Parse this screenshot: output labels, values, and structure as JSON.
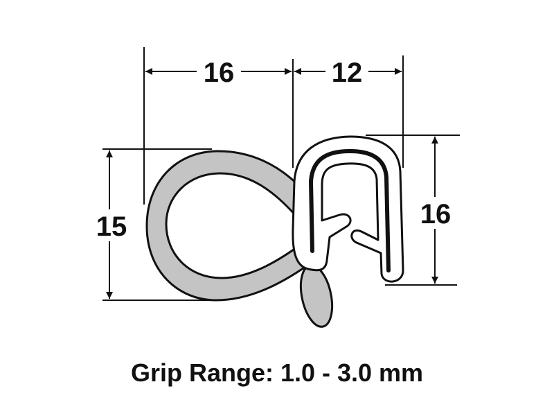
{
  "dimensions": {
    "top_left_width": "16",
    "top_right_width": "12",
    "left_height": "15",
    "right_height": "16"
  },
  "caption": "Grip Range: 1.0 - 3.0 mm",
  "colors": {
    "bulb_fill": "#c4c4c4",
    "outline": "#111111",
    "clip_fill": "#ffffff"
  }
}
